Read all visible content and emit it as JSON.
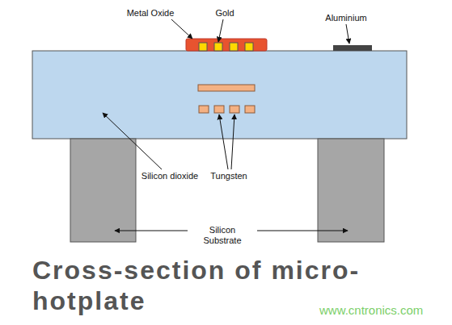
{
  "diagram": {
    "caption": "Cross-section of micro-hotplate",
    "labels": [
      "Metal Oxide",
      "Gold",
      "Aluminium",
      "Silicon dioxide",
      "Tungsten",
      "Silicon Substrate",
      "www.cntronics.com"
    ]
  }
}
